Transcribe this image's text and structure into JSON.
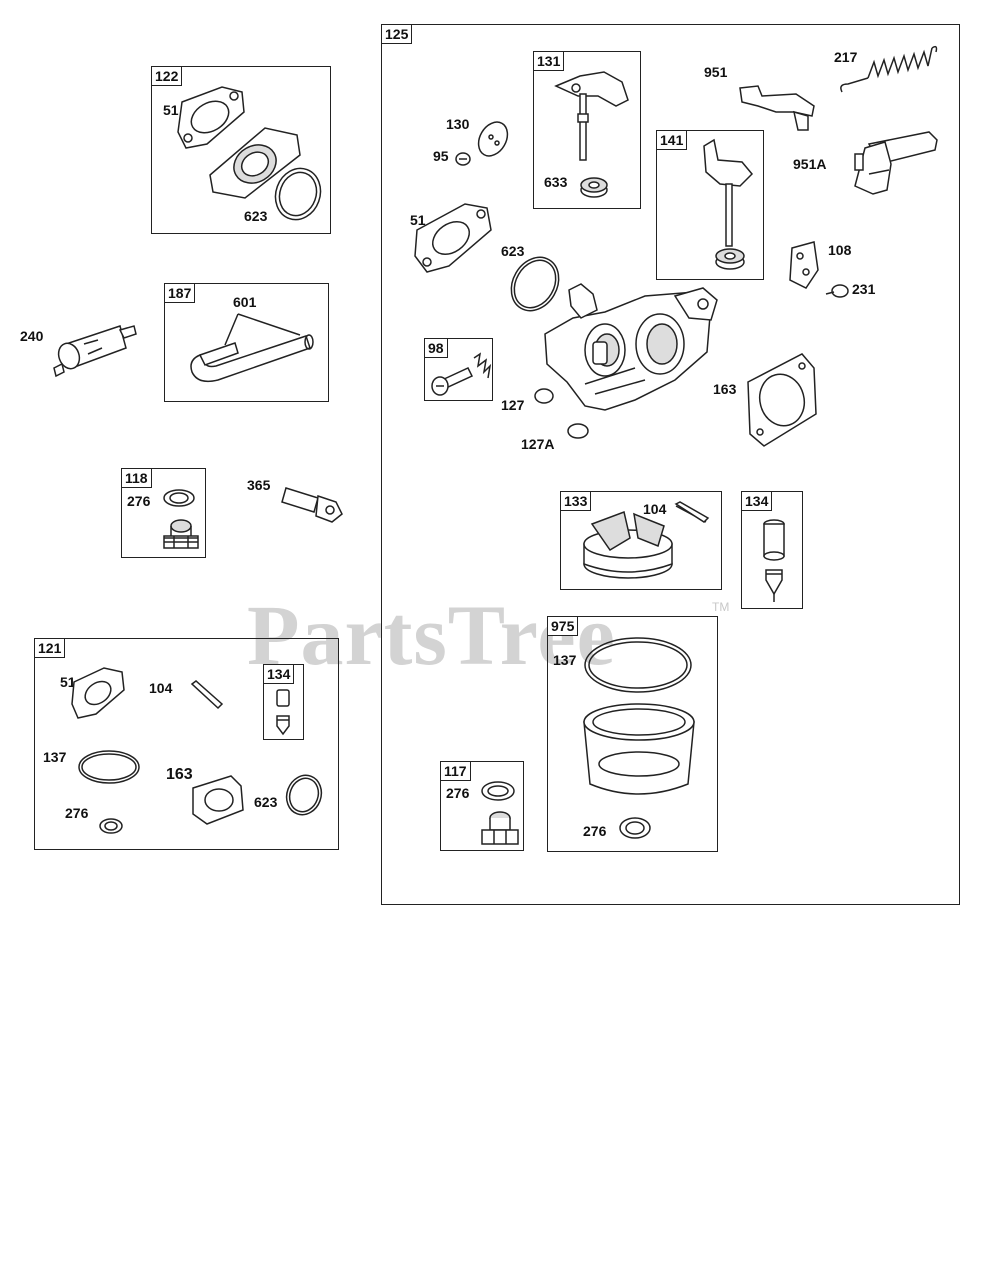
{
  "watermark": {
    "text": "PartsTree",
    "tm": "TM"
  },
  "groups": {
    "g122": {
      "id": "122",
      "labels": [
        "51",
        "623"
      ]
    },
    "g187": {
      "id": "187",
      "labels": [
        "601"
      ]
    },
    "loose": {
      "labels": [
        "240",
        "365"
      ]
    },
    "g118": {
      "id": "118",
      "labels": [
        "276"
      ]
    },
    "g121": {
      "id": "121",
      "labels": [
        "51",
        "104",
        "137",
        "163",
        "276",
        "623"
      ]
    },
    "g121_134": {
      "id": "134"
    },
    "g125": {
      "id": "125",
      "labels": [
        "130",
        "95",
        "51",
        "623",
        "951",
        "217",
        "951A",
        "108",
        "231",
        "127",
        "127A",
        "163"
      ]
    },
    "g131": {
      "id": "131",
      "labels": [
        "633"
      ]
    },
    "g141": {
      "id": "141"
    },
    "g98": {
      "id": "98"
    },
    "g133": {
      "id": "133",
      "labels": [
        "104"
      ]
    },
    "g134": {
      "id": "134"
    },
    "g975": {
      "id": "975",
      "labels": [
        "137",
        "276"
      ]
    },
    "g117": {
      "id": "117",
      "labels": [
        "276"
      ]
    }
  },
  "colors": {
    "line": "#222222",
    "watermark": "#d3d3d3",
    "background": "#ffffff"
  }
}
